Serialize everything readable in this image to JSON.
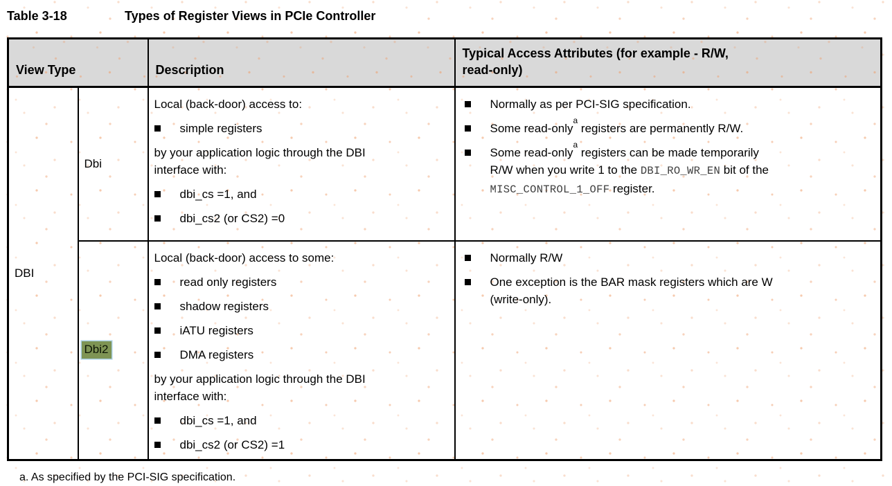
{
  "title": {
    "label": "Table 3-18",
    "text": "Types of Register Views in PCIe Controller"
  },
  "header": {
    "view_type": "View Type",
    "description": "Description",
    "access_line1": "Typical Access Attributes (for example - R/W,",
    "access_line2": "read-only)"
  },
  "rows": {
    "group": "DBI",
    "dbi": {
      "view": "Dbi",
      "desc_intro": "Local (back-door) access to:",
      "desc_b1": "simple registers",
      "desc_mid_l1": "by your application logic through the DBI",
      "desc_mid_l2": "interface with:",
      "desc_b2": "dbi_cs =1, and",
      "desc_b3": "dbi_cs2 (or CS2) =0",
      "acc_b1": "Normally as per PCI-SIG specification.",
      "acc_b2_t1": "Some read-only",
      "acc_b2_sup": "a",
      "acc_b2_t2": " registers are permanently R/W.",
      "acc_b3_t1": "Some read-only",
      "acc_b3_sup": "a",
      "acc_b3_t2": " registers can be made temporarily",
      "acc_b3_l2a": "R/W when you write 1 to the ",
      "acc_b3_code1": "DBI_RO_WR_EN",
      "acc_b3_l2b": " bit of the",
      "acc_b3_code2": "MISC_CONTROL_1_OFF",
      "acc_b3_l3b": " register."
    },
    "dbi2": {
      "view": "Dbi2",
      "desc_intro": "Local (back-door) access to some:",
      "desc_b1": "read only registers",
      "desc_b2": "shadow registers",
      "desc_b3": "iATU registers",
      "desc_b4": "DMA registers",
      "desc_mid_l1": "by your application logic through the DBI",
      "desc_mid_l2": "interface with:",
      "desc_b5": "dbi_cs =1, and",
      "desc_b6": "dbi_cs2 (or CS2) =1",
      "acc_b1": "Normally R/W",
      "acc_b2_l1": "One exception is the BAR mask registers which are W",
      "acc_b2_l2": "(write-only)."
    }
  },
  "footnote": "a. As specified by the PCI-SIG specification.",
  "colors": {
    "header_bg": "#d9d9d9",
    "highlight_bg": "#7e9454",
    "highlight_rim": "#a9cfe0",
    "border": "#000000",
    "dot_watermark": "#ee9e6c"
  }
}
